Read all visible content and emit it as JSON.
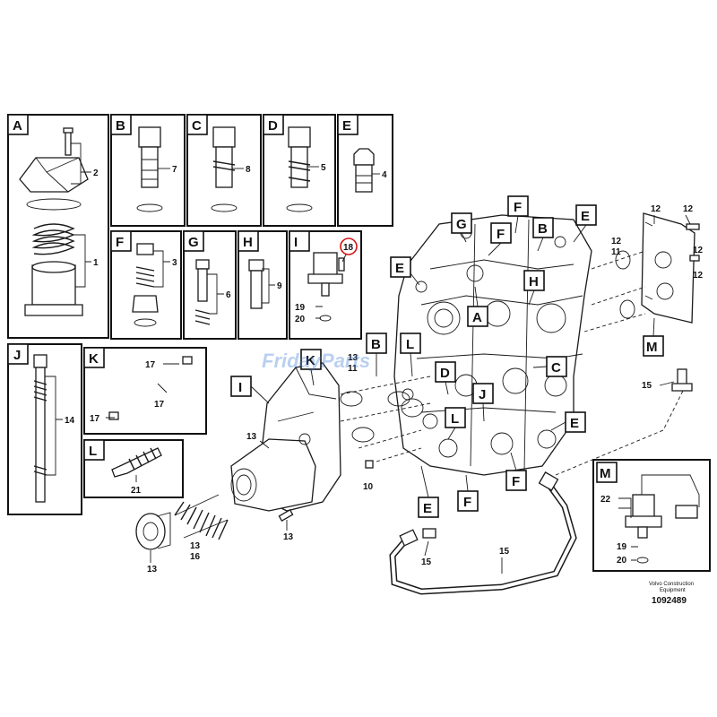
{
  "watermark": {
    "brand": "FridayParts"
  },
  "footer": {
    "line1": "Volvo Construction",
    "line2": "Equipment",
    "id": "1092489"
  },
  "highlight_color": "#d01818",
  "panels": {
    "A": "A",
    "B": "B",
    "C": "C",
    "D": "D",
    "E": "E",
    "F": "F",
    "G": "G",
    "H": "H",
    "I": "I",
    "J": "J",
    "K": "K",
    "L": "L",
    "M": "M"
  },
  "panel_numbers": {
    "a2": "2",
    "a1": "1",
    "b7": "7",
    "c8": "8",
    "d5": "5",
    "e4": "4",
    "f3": "3",
    "g6": "6",
    "h9": "9",
    "i18": "18",
    "i19": "19",
    "i20": "20",
    "j14": "14",
    "k17a": "17",
    "k17b": "17",
    "k17c": "17",
    "l21": "21",
    "m22": "22",
    "m19": "19",
    "m20": "20"
  },
  "main_tags": {
    "G": "G",
    "F1": "F",
    "F2": "F",
    "B1": "B",
    "E1": "E",
    "E2": "E",
    "H": "H",
    "A": "A",
    "C": "C",
    "D": "D",
    "J": "J",
    "L1": "L",
    "L2": "L",
    "B2": "B",
    "K": "K",
    "I": "I",
    "E3": "E",
    "E4": "E",
    "F3": "F",
    "F4": "F",
    "M": "M"
  },
  "main_numbers": {
    "n12a": "12",
    "n12b": "12",
    "n12c": "12",
    "n12d": "12",
    "n11": "11",
    "n13a": "13",
    "n11b": "11",
    "n15a": "15",
    "n13b": "13",
    "n10": "10",
    "n13c": "13",
    "n13d": "13",
    "n16": "16",
    "n13e": "13",
    "n15b": "15",
    "n15c": "15"
  }
}
